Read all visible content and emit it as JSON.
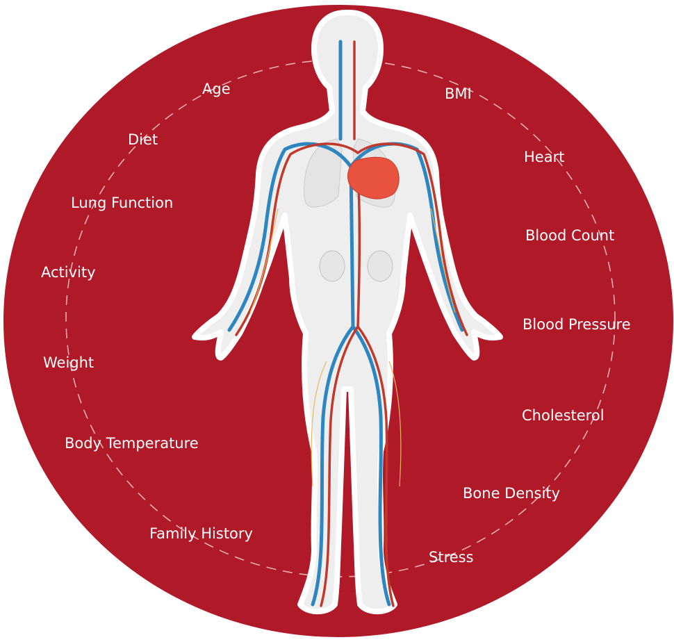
{
  "colors": {
    "background_disc": "#b01a28",
    "body_fill": "#eeeeee",
    "body_outline": "#ffffff",
    "artery": "#c0392b",
    "vein": "#2e86c1",
    "heart": "#e8533f",
    "nerve": "#e6b85c",
    "dashed_ring": "#e8b0b4",
    "label_text": "#ffffff"
  },
  "factors": {
    "age": "Age",
    "bmi": "BMI",
    "diet": "Diet",
    "heart": "Heart",
    "lung_function": "Lung Function",
    "blood_count": "Blood Count",
    "activity": "Activity",
    "blood_pressure": "Blood Pressure",
    "weight": "Weight",
    "cholesterol": "Cholesterol",
    "body_temperature": "Body Temperature",
    "bone_density": "Bone Density",
    "family_history": "Family History",
    "stress": "Stress"
  }
}
